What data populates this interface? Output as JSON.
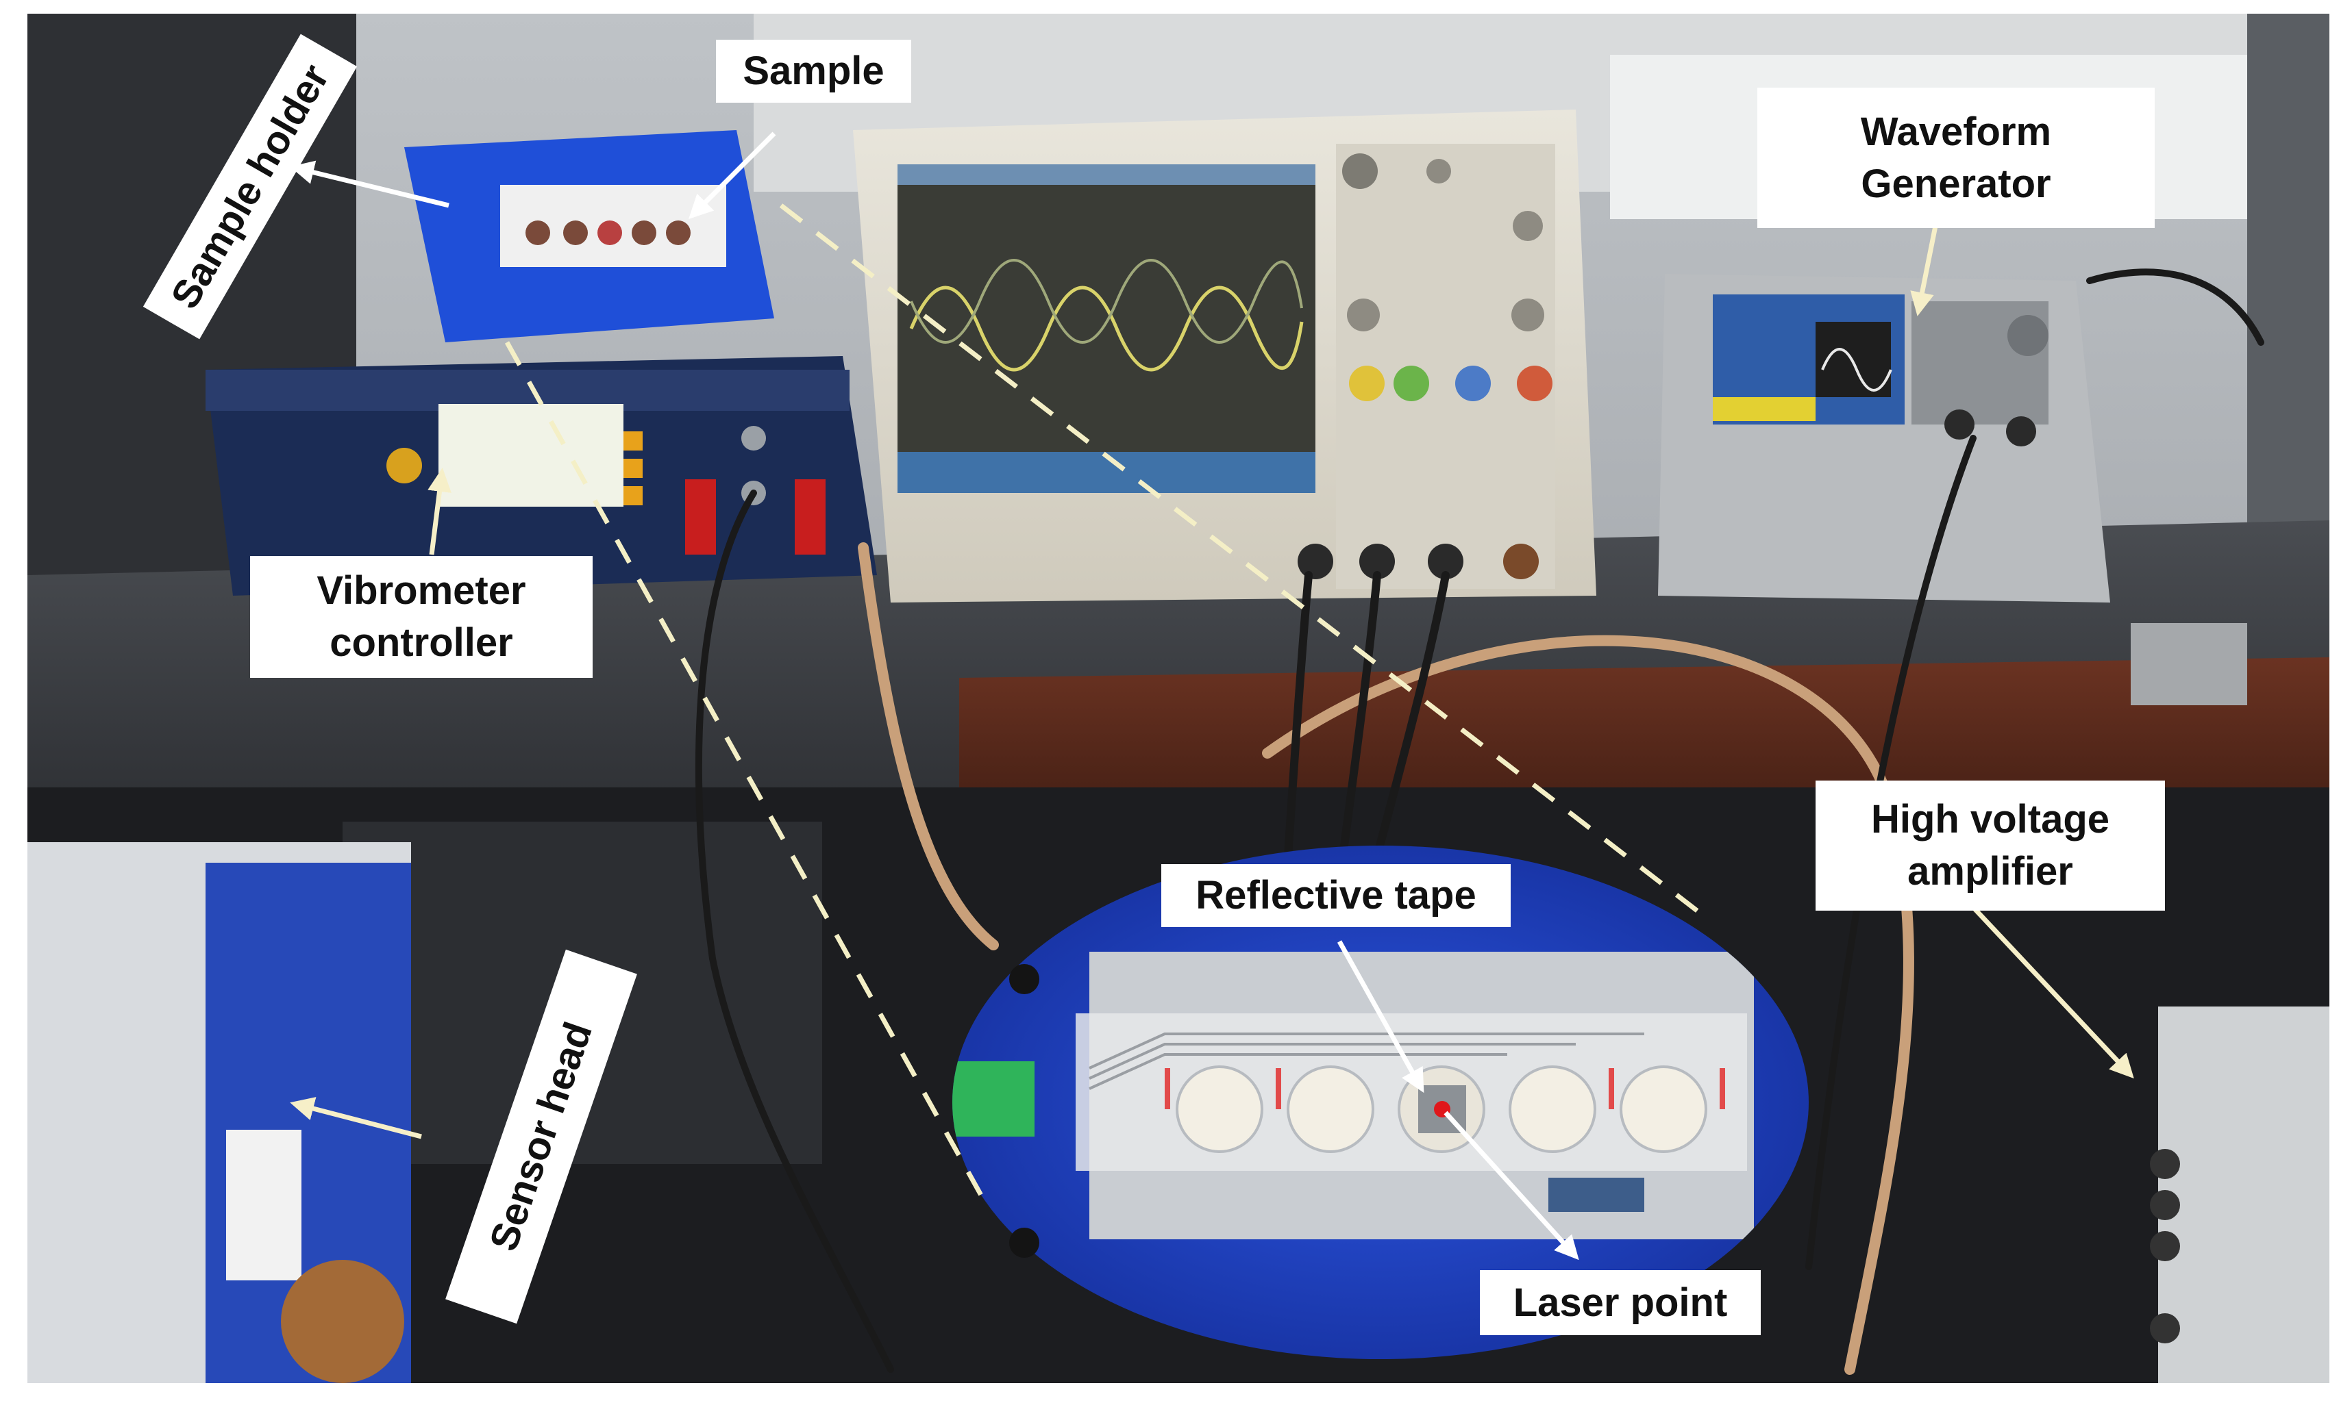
{
  "labels": {
    "sample": "Sample",
    "sample_holder": "Sample holder",
    "waveform_generator_line1": "Waveform",
    "waveform_generator_line2": "Generator",
    "vibrometer_controller_line1": "Vibrometer",
    "vibrometer_controller_line2": "controller",
    "high_voltage_amplifier_line1": "High voltage",
    "high_voltage_amplifier_line2": "amplifier",
    "reflective_tape": "Reflective tape",
    "laser_point": "Laser point",
    "sensor_head": "Sensor head"
  },
  "colors": {
    "label_background": "#ffffff",
    "label_text": "#111111",
    "arrow": "#ffffff",
    "arrow_cream": "#f6efc8",
    "dashed_line": "#f4efc6",
    "holder_blue": "#1f4fd8",
    "inset_blue": "#1d3fc6",
    "bench_brown": "#5a2a1c",
    "laser_red": "#e0171b"
  }
}
